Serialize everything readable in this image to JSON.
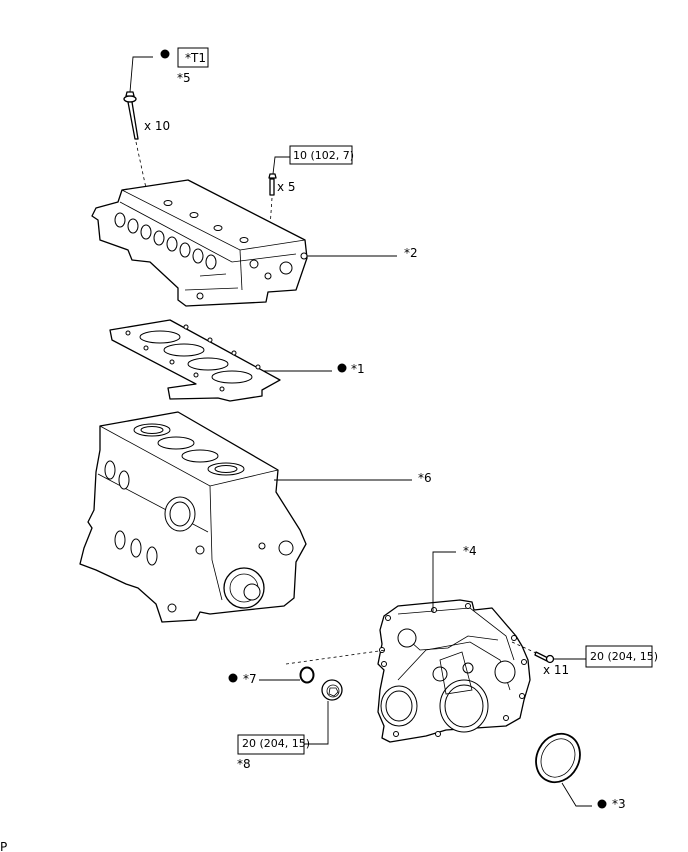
{
  "labels": {
    "part_1": "*1",
    "part_2": "*2",
    "part_3": "*3",
    "part_4": "*4",
    "part_5": "*5",
    "part_6": "*6",
    "part_7": "*7",
    "part_8": "*8",
    "t1": "*T1"
  },
  "quantities": {
    "head_bolts": "x 10",
    "small_bolts": "x 5",
    "cover_bolts": "x 11"
  },
  "torques": {
    "small_bolts": "10 (102, 7)",
    "cover_bolts": "20 (204, 15)",
    "part_8": "20 (204, 15)"
  },
  "corner_mark": "P",
  "colors": {
    "line": "#000000",
    "background": "#ffffff"
  }
}
